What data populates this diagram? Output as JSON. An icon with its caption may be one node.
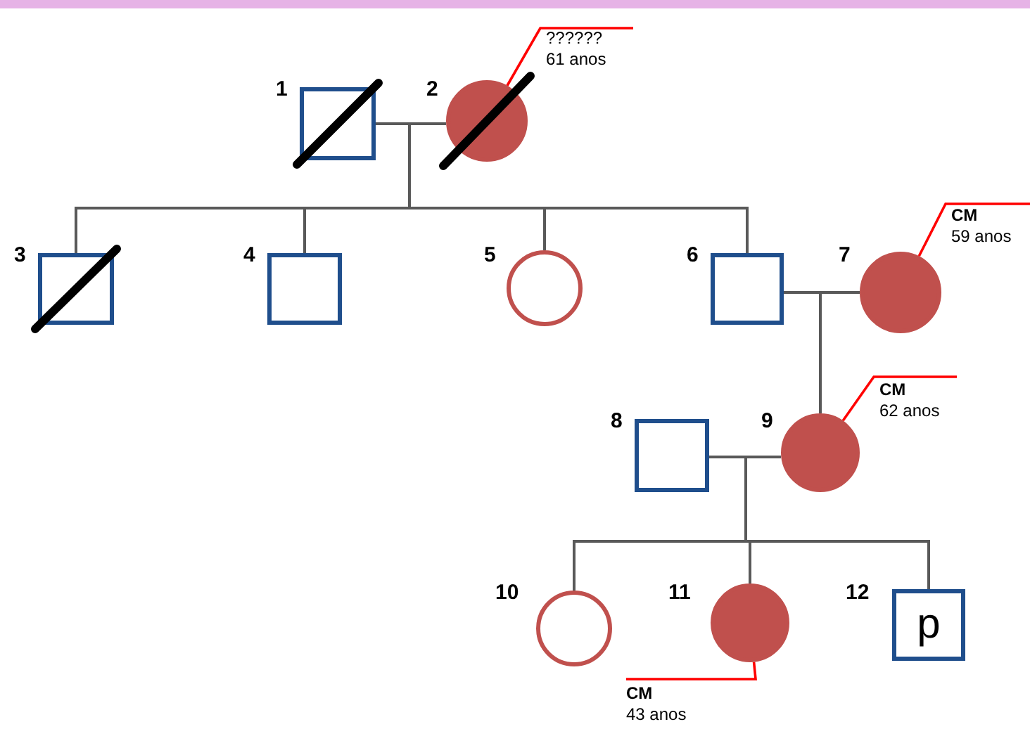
{
  "diagram": {
    "nodes": [
      {
        "text": [],
        "shape": "box",
        "beside": [
          "1"
        ]
      },
      {
        "text": [],
        "shape": "circle",
        "beside": [
          "2"
        ]
      },
      {
        "text": [],
        "shape": "box",
        "beside": [
          "3"
        ]
      },
      {
        "text": [],
        "shape": "box",
        "beside": [
          "4"
        ]
      },
      {
        "text": [],
        "shape": "circle",
        "beside": [
          "5"
        ]
      },
      {
        "text": [],
        "shape": "box",
        "beside": [
          "6"
        ]
      },
      {
        "text": [],
        "shape": "circle",
        "beside": [
          "7"
        ]
      },
      {
        "text": [],
        "shape": "box",
        "beside": [
          "8"
        ]
      },
      {
        "text": [],
        "shape": "circle",
        "beside": [
          "9"
        ]
      },
      {
        "text": [],
        "shape": "circle",
        "beside": [
          "10"
        ]
      },
      {
        "text": [],
        "shape": "circle",
        "beside": [
          "11"
        ]
      },
      {
        "text": [
          "p"
        ],
        "beside": [
          "12"
        ]
      },
      {
        "text": [
          "??????",
          "61 anos"
        ]
      },
      {
        "text": [
          "CM",
          "59 anos"
        ]
      },
      {
        "text": [
          "CM",
          "62 anos"
        ]
      },
      {
        "text": [
          "CM",
          "43 anos"
        ]
      }
    ],
    "edges": [
      {
        "from": 0,
        "to": 1,
        "arrow": "none"
      },
      {
        "from": 0,
        "to": 2,
        "arrow": "none"
      },
      {
        "from": 1,
        "to": 2,
        "arrow": "none"
      },
      {
        "from": 0,
        "to": 3,
        "arrow": "none"
      },
      {
        "from": 1,
        "to": 3,
        "arrow": "none"
      },
      {
        "from": 0,
        "to": 4,
        "arrow": "none"
      },
      {
        "from": 1,
        "to": 4,
        "arrow": "none"
      },
      {
        "from": 0,
        "to": 5,
        "arrow": "none"
      },
      {
        "from": 1,
        "to": 5,
        "arrow": "none"
      },
      {
        "from": 5,
        "to": 6,
        "arrow": "none"
      },
      {
        "from": 5,
        "to": 8,
        "arrow": "none"
      },
      {
        "from": 6,
        "to": 8,
        "arrow": "none"
      },
      {
        "from": 7,
        "to": 8,
        "arrow": "none"
      },
      {
        "from": 7,
        "to": 9,
        "arrow": "none"
      },
      {
        "from": 8,
        "to": 9,
        "arrow": "none"
      },
      {
        "from": 7,
        "to": 10,
        "arrow": "none"
      },
      {
        "from": 8,
        "to": 10,
        "arrow": "none"
      },
      {
        "from": 7,
        "to": 11,
        "arrow": "none"
      },
      {
        "from": 8,
        "to": 11,
        "arrow": "none"
      },
      {
        "from": 12,
        "to": 1,
        "arrow": "none",
        "color": "#ff0000"
      },
      {
        "from": 13,
        "to": 6,
        "arrow": "none",
        "color": "#ff0000"
      },
      {
        "from": 14,
        "to": 8,
        "arrow": "none",
        "color": "#ff0000"
      },
      {
        "from": 15,
        "to": 10,
        "arrow": "none",
        "color": "#ff0000"
      }
    ]
  }
}
